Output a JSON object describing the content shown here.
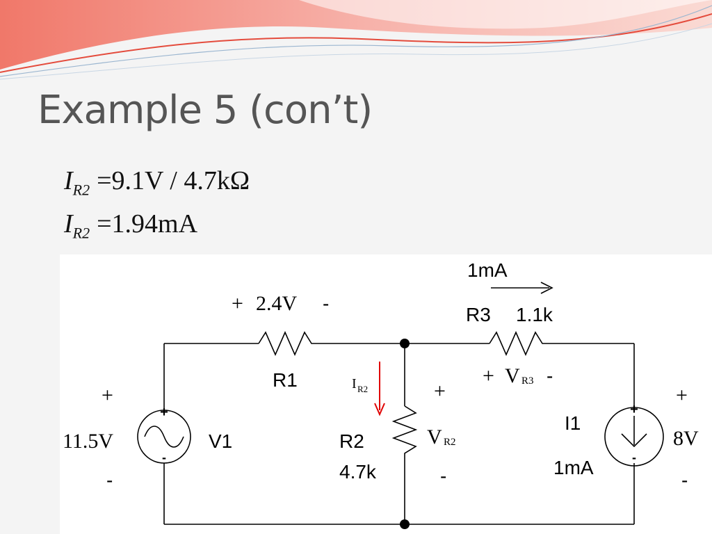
{
  "slide": {
    "title": "Example 5 (con’t)"
  },
  "equations": [
    {
      "lhs_symbol": "I",
      "lhs_subscript": "R2",
      "operator": "=",
      "rhs": "9.1V / 4.7kΩ"
    },
    {
      "lhs_symbol": "I",
      "lhs_subscript": "R2",
      "operator": "=",
      "rhs": "1.94mA"
    }
  ],
  "circuit": {
    "r1": {
      "name": "R1",
      "voltage": "2.4V",
      "plus": "+",
      "minus": "-"
    },
    "r2": {
      "name": "R2",
      "value": "4.7k",
      "voltage_symbol": "V",
      "voltage_sub": "R2",
      "plus": "+",
      "minus": "-",
      "current_symbol": "I",
      "current_sub": "R2"
    },
    "r3": {
      "name": "R3",
      "value": "1.1k",
      "current": "1mA",
      "voltage_symbol": "V",
      "voltage_sub": "R3",
      "plus": "+",
      "minus": "-"
    },
    "v1": {
      "name": "V1",
      "value": "11.5V",
      "plus": "+",
      "minus": "-",
      "terminal_plus": "+",
      "terminal_minus": "-"
    },
    "i1": {
      "name": "I1",
      "value": "1mA",
      "terminal_plus": "+",
      "terminal_minus": "-"
    },
    "output": {
      "value": "8V",
      "plus": "+",
      "minus": "-"
    },
    "colors": {
      "wire": "#000000",
      "current_arrow": "#e00000"
    }
  }
}
